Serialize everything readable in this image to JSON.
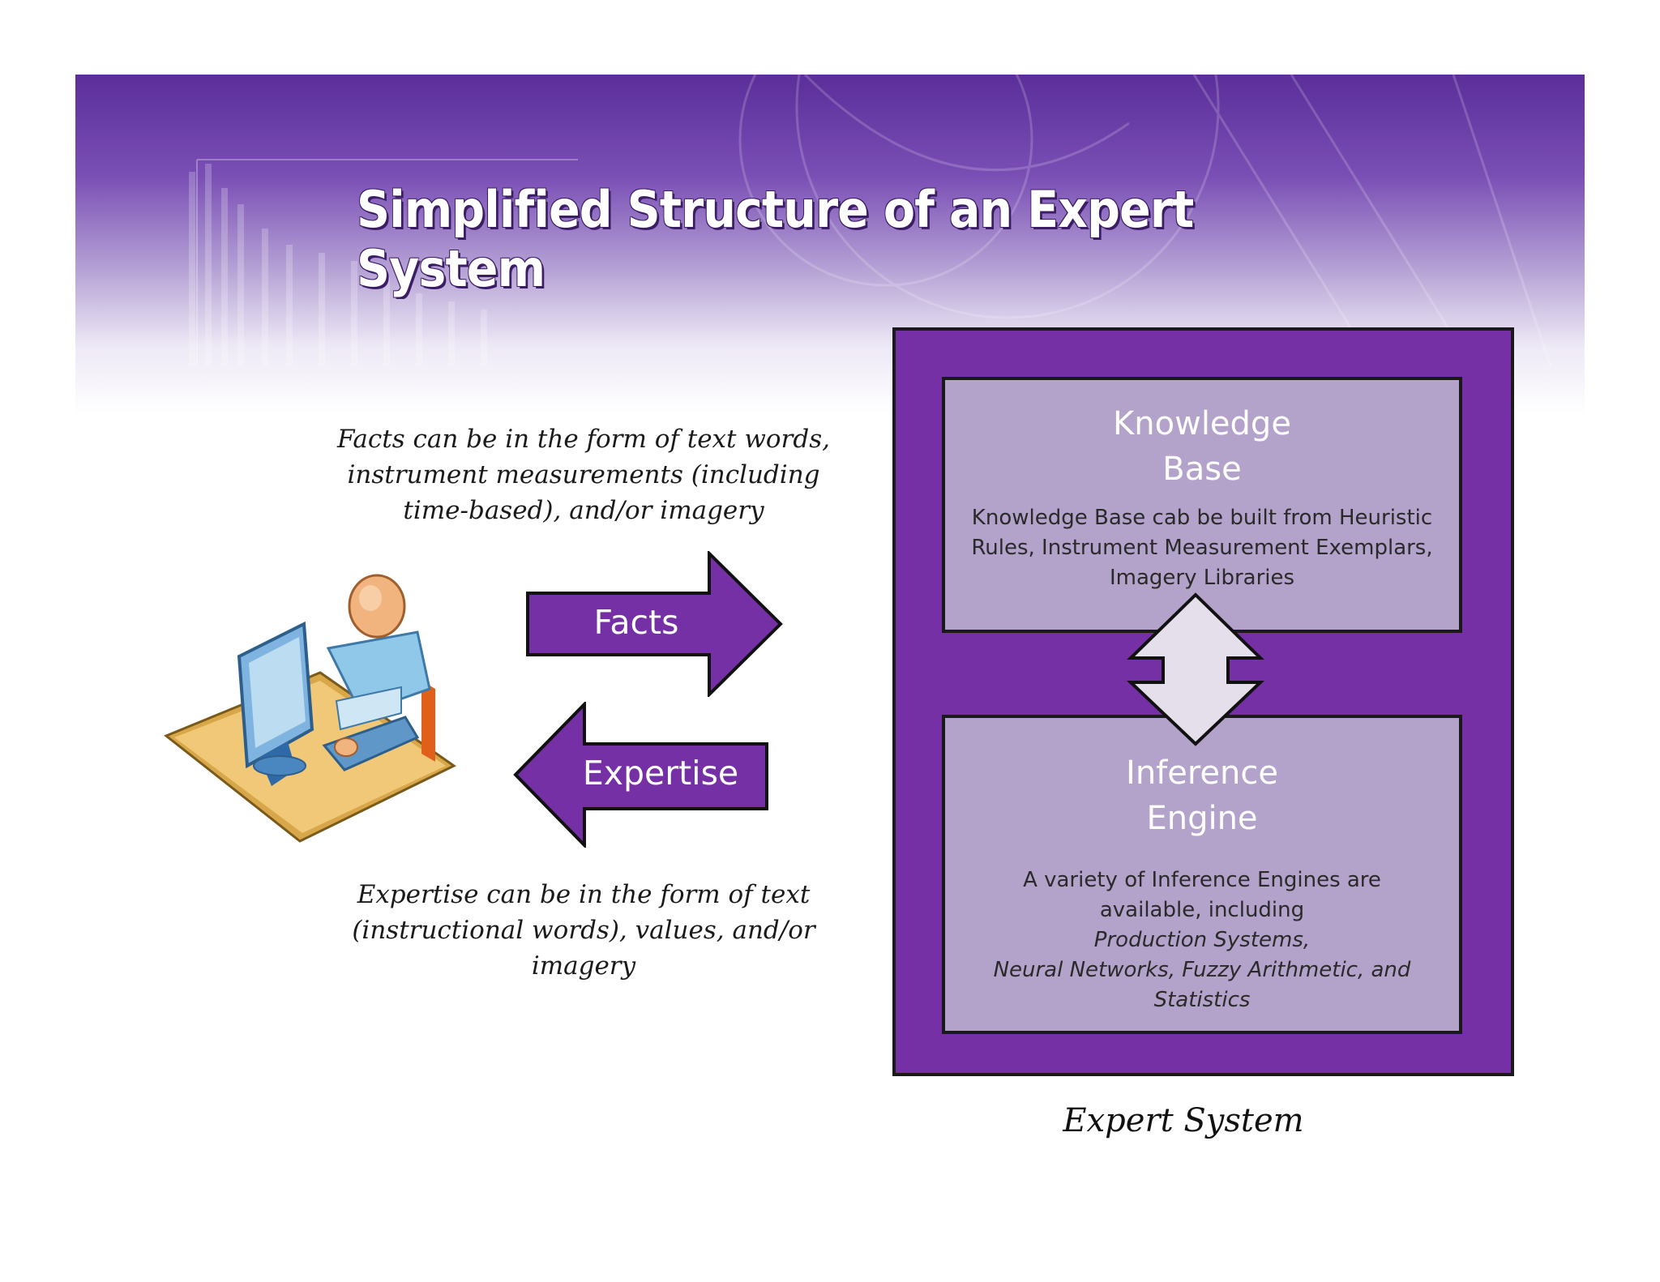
{
  "title": "Simplified Structure of an Expert System",
  "facts_note": [
    "Facts can be in the form of text words,",
    "instrument measurements (including",
    "time-based), and/or imagery"
  ],
  "expertise_note": [
    "Expertise can be in the form of text",
    "(instructional words), values, and/or imagery"
  ],
  "arrows": {
    "facts_label": "Facts",
    "expertise_label": "Expertise"
  },
  "knowledge_base": {
    "title": [
      "Knowledge",
      "Base"
    ],
    "description": [
      "Knowledge Base cab be built from Heuristic",
      "Rules, Instrument Measurement Exemplars,",
      "Imagery Libraries"
    ]
  },
  "inference_engine": {
    "title": [
      "Inference",
      "Engine"
    ],
    "description": [
      "A variety of Inference Engines are",
      "available, including"
    ],
    "description_italic": [
      "Production Systems,",
      "Neural Networks, Fuzzy Arithmetic, and",
      "Statistics"
    ]
  },
  "caption": "Expert System",
  "colors": {
    "primary_purple": "#7430a4",
    "inner_box": "#b3a2c9",
    "double_arrow": "#e4dfeb"
  },
  "icons": [
    "user-at-computer-icon",
    "double-arrow-icon"
  ]
}
